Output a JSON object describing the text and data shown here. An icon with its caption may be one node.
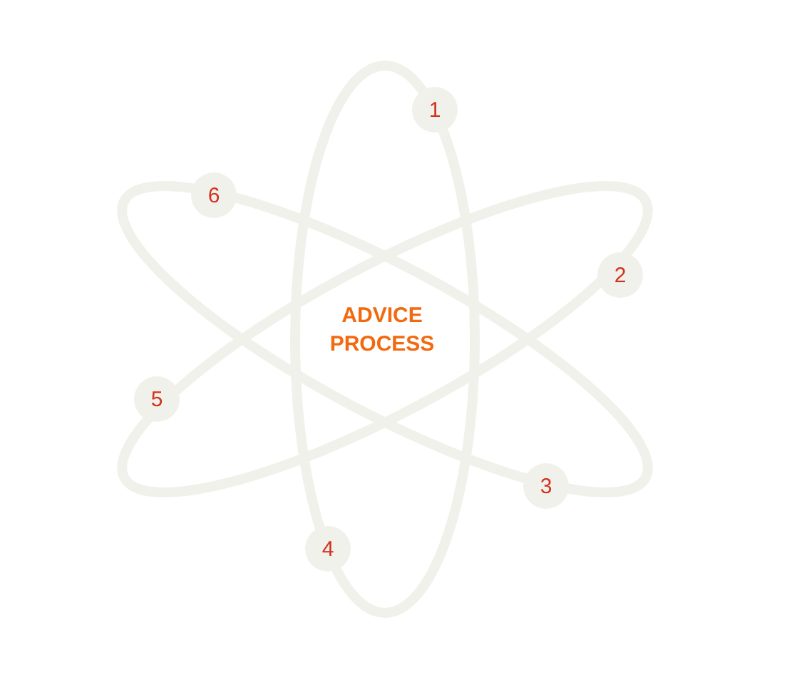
{
  "diagram": {
    "nodes": [
      {
        "text": [
          "1"
        ]
      },
      {
        "text": [
          "2"
        ]
      },
      {
        "text": [
          "3"
        ]
      },
      {
        "text": [
          "4"
        ]
      },
      {
        "text": [
          "5"
        ]
      },
      {
        "text": [
          "6"
        ]
      }
    ],
    "labels": [
      "ADVICE PROCESS"
    ]
  }
}
